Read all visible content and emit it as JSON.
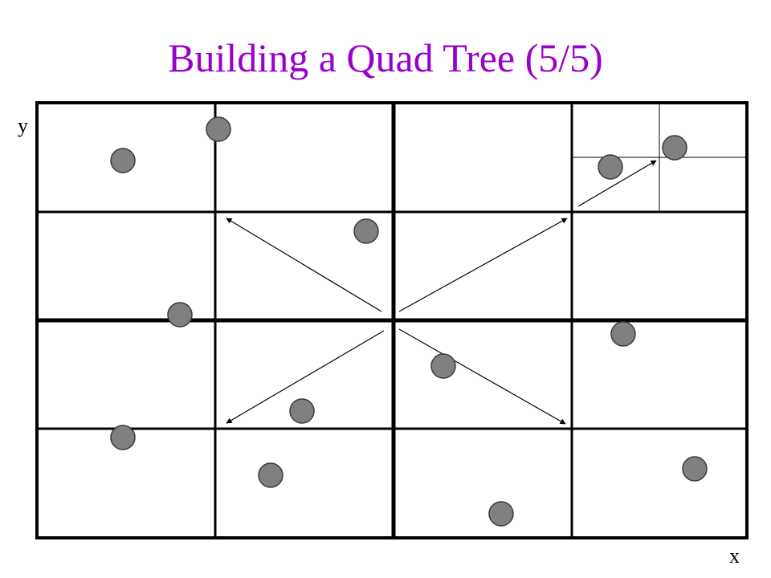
{
  "slide": {
    "title": "Building a Quad Tree (5/5)"
  },
  "axes": {
    "x_label": "x",
    "y_label": "y"
  },
  "colors": {
    "title": "#9900cc",
    "grid": "#000000",
    "point_fill": "#808080",
    "point_stroke": "#3a3a3a",
    "arrow": "#000000"
  }
}
